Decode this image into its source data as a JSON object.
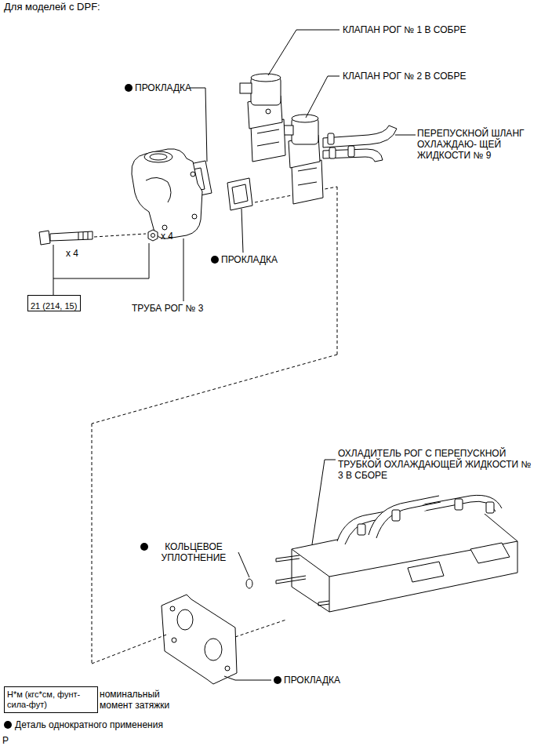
{
  "diagram": {
    "nodes": [
      {
        "text": [
          "21 (214, 15)"
        ]
      },
      {
        "text": [
          "Н*м (кгс*см, фунт-сила-фут)"
        ]
      }
    ],
    "labels": [
      "Для моделей с DPF:",
      "КЛАПАН РОГ № 1 В СОБРЕ",
      "КЛАПАН РОГ № 2 В СОБРЕ",
      "ПРОКЛАДКА",
      "ПЕРЕПУСКНОЙ ШЛАНГ ОХЛАЖДАЮ- ЩЕЙ ЖИДКОСТИ № 9",
      "x 4",
      "x 4",
      "ПРОКЛАДКА",
      "ТРУБА РОГ № 3",
      "ОХЛАДИТЕЛЬ РОГ С ПЕРЕПУСКНОЙ ТРУБКОЙ ОХЛАЖДАЮЩЕЙ ЖИДКОСТИ № 3 В СБОРЕ",
      "КОЛЬЦЕВОЕ УПЛОТНЕНИЕ",
      "ПРОКЛАДКА",
      ":",
      "P"
    ],
    "legend": [
      {
        "text": "номинальный момент затяжки"
      },
      {
        "text": "Деталь однократного применения"
      }
    ]
  }
}
